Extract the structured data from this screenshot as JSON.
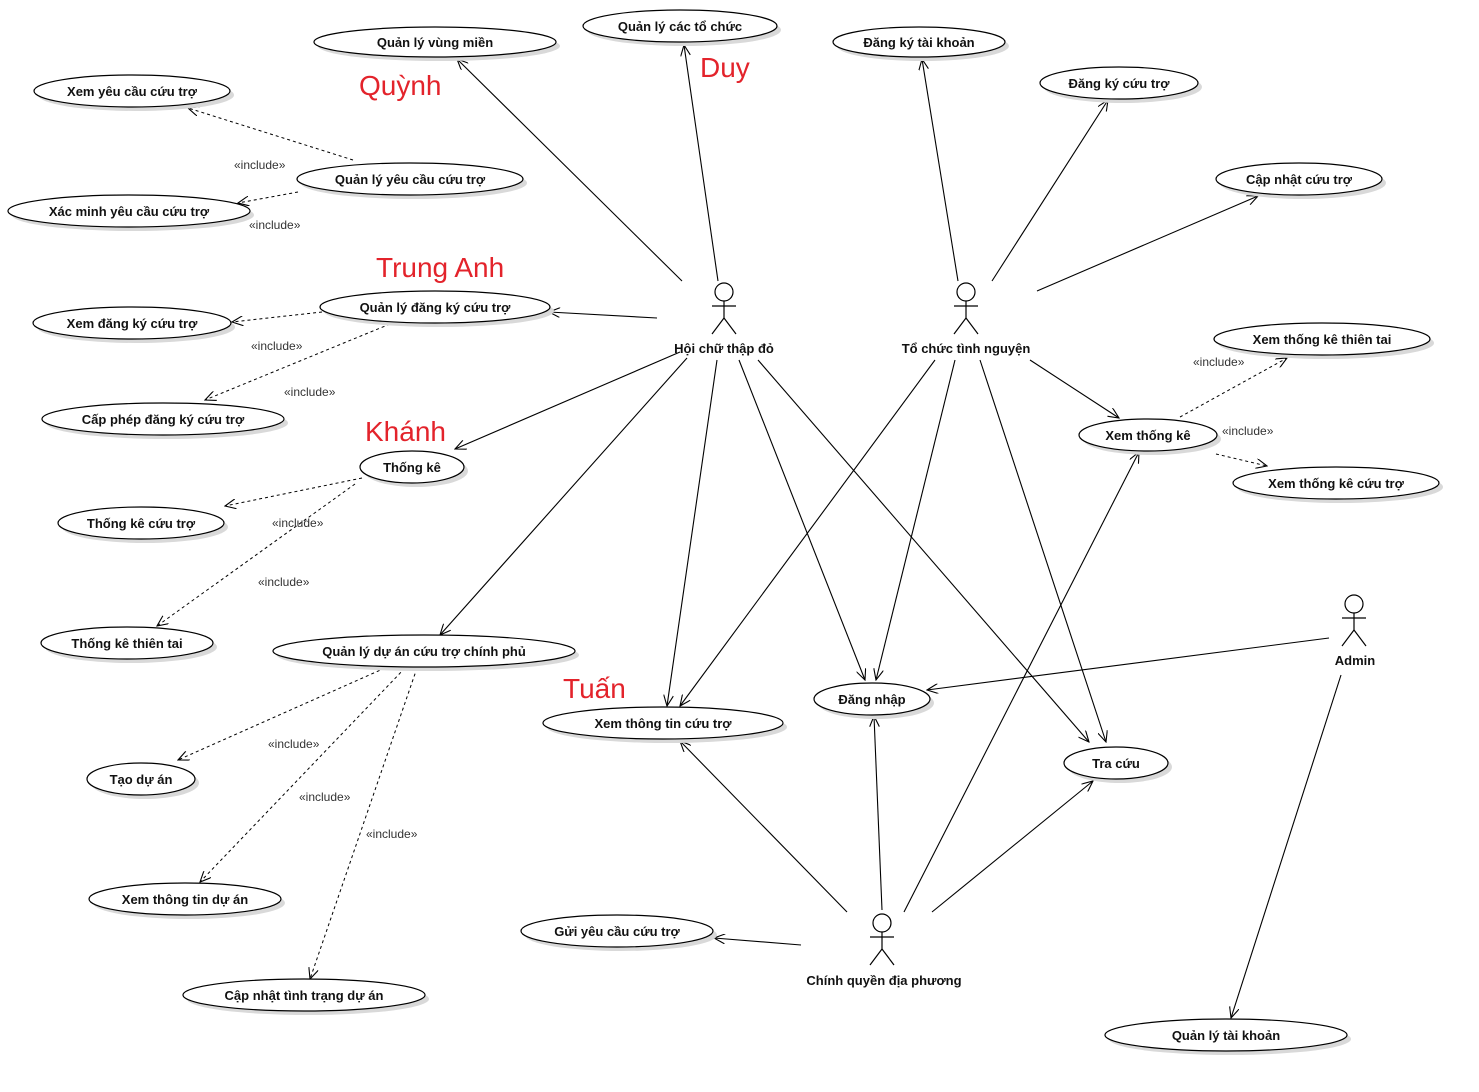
{
  "colors": {
    "team_label": "#e3232b",
    "line": "#000000",
    "shadow": "#d9d9d9"
  },
  "team_labels": {
    "quynh": "Quỳnh",
    "duy": "Duy",
    "trung_anh": "Trung Anh",
    "khanh": "Khánh",
    "tuan": "Tuấn"
  },
  "actors": {
    "red_cross": "Hội chữ thập đỏ",
    "volunteer_org": "Tổ chức tình nguyện",
    "local_gov": "Chính quyền địa phương",
    "admin": "Admin"
  },
  "use_cases": {
    "manage_regions": "Quản lý vùng miền",
    "manage_orgs": "Quản lý các tổ chức",
    "register_account": "Đăng ký tài khoản",
    "register_relief": "Đăng ký cứu trợ",
    "update_relief": "Cập nhật cứu trợ",
    "view_requests": "Xem yêu cầu cứu trợ",
    "manage_requests": "Quản lý yêu cầu cứu trợ",
    "verify_requests": "Xác minh yêu cầu cứu trợ",
    "view_registrations": "Xem đăng ký cứu trợ",
    "manage_registrations": "Quản lý đăng ký cứu trợ",
    "license_registrations": "Cấp phép đăng ký cứu trợ",
    "statistics": "Thống kê",
    "relief_statistics": "Thống kê cứu trợ",
    "disaster_statistics": "Thống kê thiên tai",
    "manage_gov_projects": "Quản lý dự án cứu trợ chính phủ",
    "create_project": "Tạo dự án",
    "view_project_info": "Xem thông tin dự án",
    "update_project_status": "Cập nhật tình trạng dự án",
    "view_relief_info": "Xem thông tin cứu trợ",
    "login": "Đăng nhập",
    "lookup": "Tra cứu",
    "send_request": "Gửi yêu cầu cứu trợ",
    "view_stats": "Xem thống kê",
    "view_disaster_stats": "Xem thống kê thiên tai",
    "view_relief_stats": "Xem thống kê cứu trợ",
    "manage_accounts": "Quản lý tài khoản"
  },
  "include_label": "«include»"
}
